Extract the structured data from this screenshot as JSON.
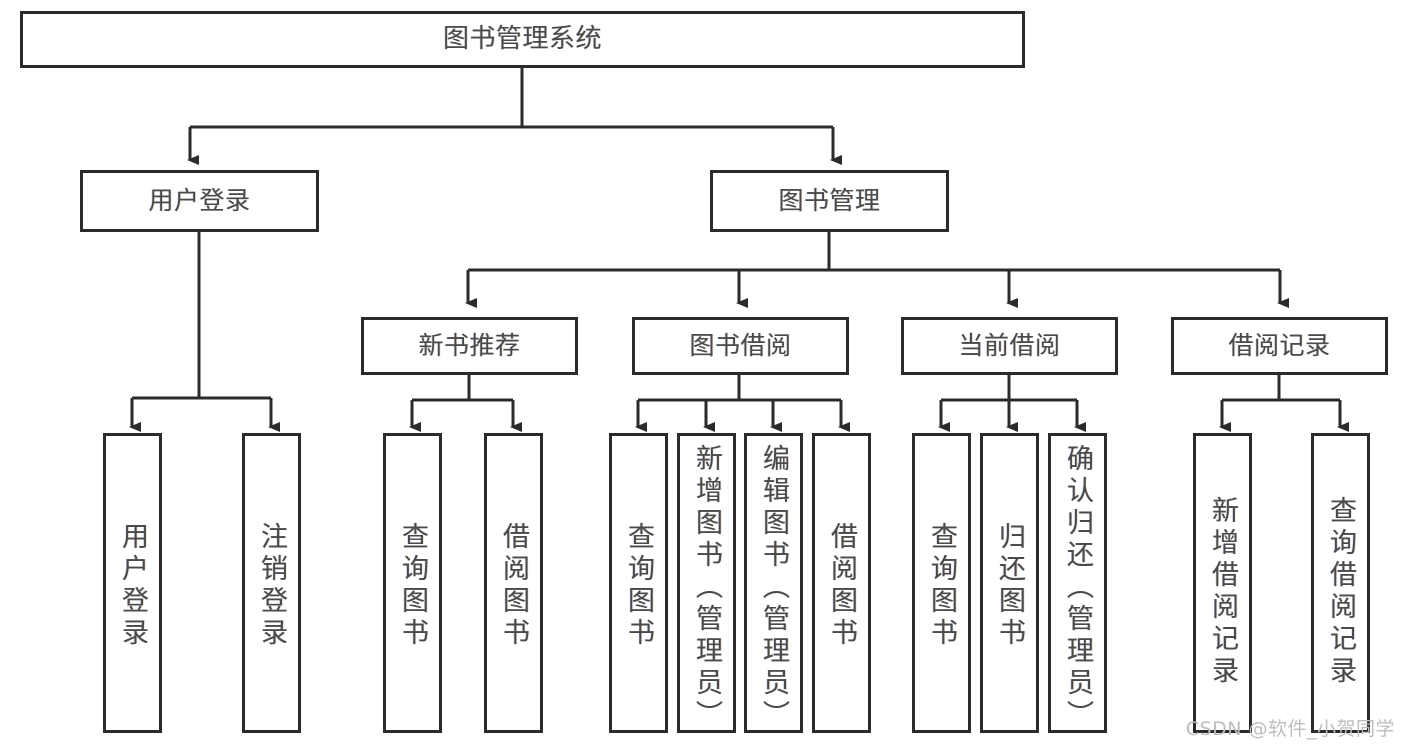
{
  "diagram": {
    "type": "tree-hierarchy",
    "title": "图书管理系统",
    "orientation": "top-down",
    "line_color": "#2b2b2b",
    "box_fill": "#ffffff",
    "text_color": "#4a4a4a",
    "watermark": "CSDN @软件_小贺同学",
    "root": {
      "id": "root",
      "label": "图书管理系统",
      "level": 0
    },
    "level1": [
      {
        "id": "user-login",
        "label": "用户登录",
        "level": 1
      },
      {
        "id": "book-manage",
        "label": "图书管理",
        "level": 1
      }
    ],
    "level2": [
      {
        "id": "new-book-rec",
        "label": "新书推荐",
        "level": 2,
        "parent": "book-manage"
      },
      {
        "id": "book-borrow",
        "label": "图书借阅",
        "level": 2,
        "parent": "book-manage"
      },
      {
        "id": "current-borrow",
        "label": "当前借阅",
        "level": 2,
        "parent": "book-manage"
      },
      {
        "id": "borrow-record",
        "label": "借阅记录",
        "level": 2,
        "parent": "book-manage"
      }
    ],
    "leaves": [
      {
        "id": "leaf-user-login",
        "label": "用户登录",
        "parent": "user-login"
      },
      {
        "id": "leaf-user-logout",
        "label": "注销登录",
        "parent": "user-login"
      },
      {
        "id": "leaf-query-book-1",
        "label": "查询图书",
        "parent": "new-book-rec"
      },
      {
        "id": "leaf-borrow-book-1",
        "label": "借阅图书",
        "parent": "new-book-rec"
      },
      {
        "id": "leaf-query-book-2",
        "label": "查询图书",
        "parent": "book-borrow"
      },
      {
        "id": "leaf-add-book",
        "label": "新增图书（管理员）",
        "parent": "book-borrow"
      },
      {
        "id": "leaf-edit-book",
        "label": "编辑图书（管理员）",
        "parent": "book-borrow"
      },
      {
        "id": "leaf-borrow-book-2",
        "label": "借阅图书",
        "parent": "book-borrow"
      },
      {
        "id": "leaf-query-book-3",
        "label": "查询图书",
        "parent": "current-borrow"
      },
      {
        "id": "leaf-return-book",
        "label": "归还图书",
        "parent": "current-borrow"
      },
      {
        "id": "leaf-confirm-return",
        "label": "确认归还（管理员）",
        "parent": "current-borrow"
      },
      {
        "id": "leaf-add-record",
        "label": "新增借阅记录",
        "parent": "borrow-record"
      },
      {
        "id": "leaf-query-record",
        "label": "查询借阅记录",
        "parent": "borrow-record"
      }
    ]
  }
}
